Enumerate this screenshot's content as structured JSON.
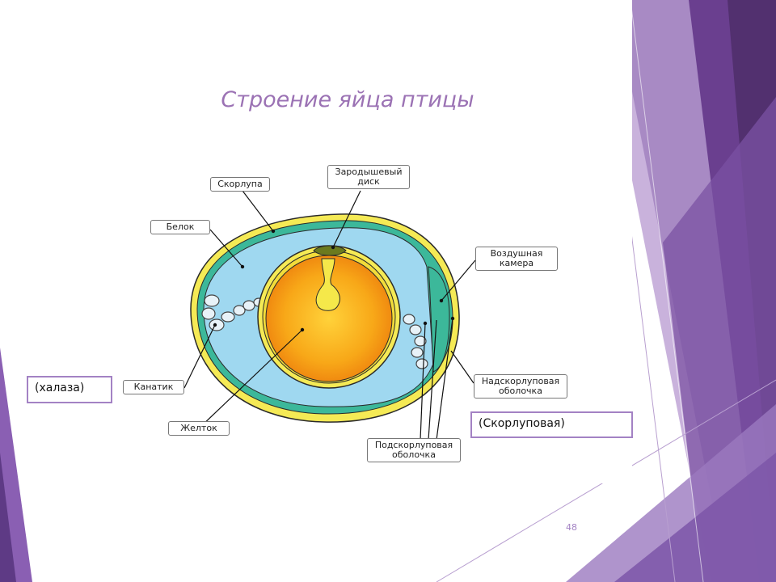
{
  "slide": {
    "title": "Строение яйца птицы",
    "page_number": "48"
  },
  "labels": {
    "shell": "Скорлупа",
    "germinal_disc": "Зародышевый диск",
    "white": "Белок",
    "air_cell": "Воздушная камера",
    "chalaza_cord": "Канатик",
    "outer_membrane": "Надскорлуповая оболочка",
    "yolk": "Желток",
    "inner_membrane": "Подскорлуповая оболочка"
  },
  "notes": {
    "chalaza": "(халаза)",
    "shell_membrane": "(Скорлуповая)"
  },
  "colors": {
    "accent": "#9b72b4",
    "shell": "#f5ea55",
    "outer_membrane": "#3cb89a",
    "white": "#9fd8f0",
    "yolk": "#f6a414"
  }
}
